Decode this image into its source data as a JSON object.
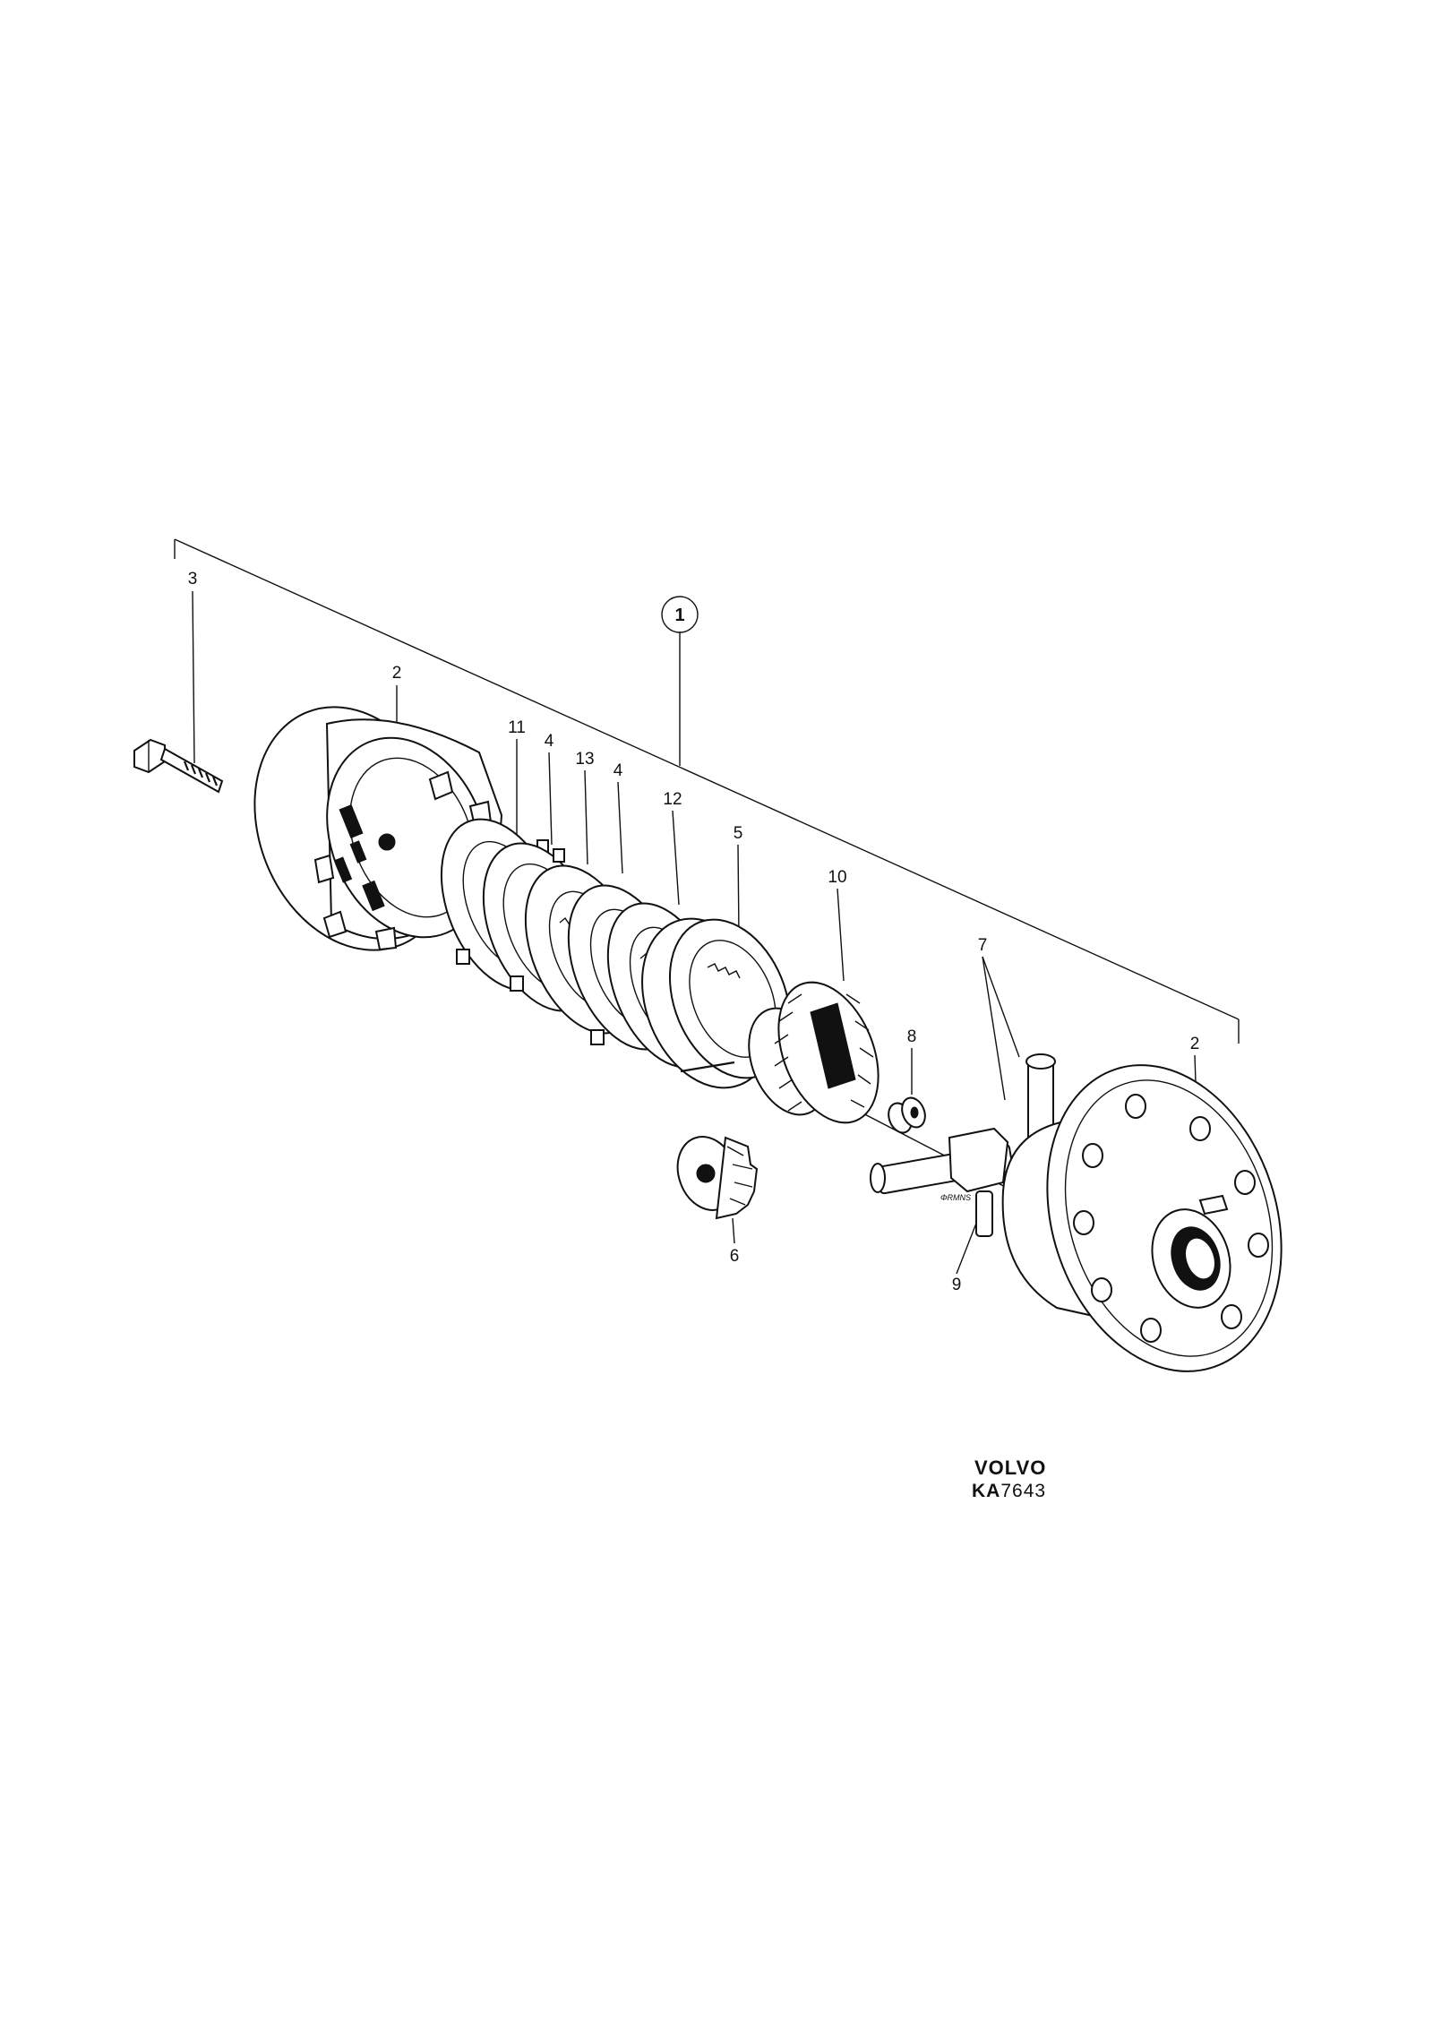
{
  "diagram": {
    "assembly_callout": "1",
    "callouts": [
      {
        "id": "c-3",
        "label": "3"
      },
      {
        "id": "c-2-left",
        "label": "2"
      },
      {
        "id": "c-11",
        "label": "11"
      },
      {
        "id": "c-4-a",
        "label": "4"
      },
      {
        "id": "c-13",
        "label": "13"
      },
      {
        "id": "c-4-b",
        "label": "4"
      },
      {
        "id": "c-12",
        "label": "12"
      },
      {
        "id": "c-5",
        "label": "5"
      },
      {
        "id": "c-10",
        "label": "10"
      },
      {
        "id": "c-7",
        "label": "7"
      },
      {
        "id": "c-8",
        "label": "8"
      },
      {
        "id": "c-2-right",
        "label": "2"
      },
      {
        "id": "c-6",
        "label": "6"
      },
      {
        "id": "c-9",
        "label": "9"
      }
    ],
    "parts": [
      {
        "id": "bolt",
        "callout": "3",
        "icon": "bolt-icon"
      },
      {
        "id": "case-half-left",
        "callout": "2",
        "icon": "differential-case-icon"
      },
      {
        "id": "friction-disc-a",
        "callout": "11",
        "icon": "clutch-disc-icon"
      },
      {
        "id": "friction-disc-b",
        "callout": "4",
        "icon": "clutch-disc-icon"
      },
      {
        "id": "friction-disc-c",
        "callout": "13",
        "icon": "clutch-disc-icon"
      },
      {
        "id": "friction-disc-d",
        "callout": "4",
        "icon": "clutch-disc-icon"
      },
      {
        "id": "friction-disc-e",
        "callout": "12",
        "icon": "clutch-disc-icon"
      },
      {
        "id": "pressure-ring",
        "callout": "5",
        "icon": "ring-icon"
      },
      {
        "id": "side-gear",
        "callout": "10",
        "icon": "bevel-gear-icon"
      },
      {
        "id": "pinion-gear",
        "callout": "6",
        "icon": "bevel-gear-icon"
      },
      {
        "id": "cross-shaft",
        "callout": "7",
        "icon": "shaft-icon"
      },
      {
        "id": "bushing",
        "callout": "8",
        "icon": "bushing-icon"
      },
      {
        "id": "cross-pin",
        "callout": "9",
        "icon": "pin-icon"
      },
      {
        "id": "case-half-right",
        "callout": "2",
        "icon": "differential-case-icon"
      }
    ],
    "shaft_stamp": "ΦRMNS"
  },
  "footer": {
    "brand": "VOLVO",
    "code_prefix": "KA",
    "code_number": "7643"
  }
}
